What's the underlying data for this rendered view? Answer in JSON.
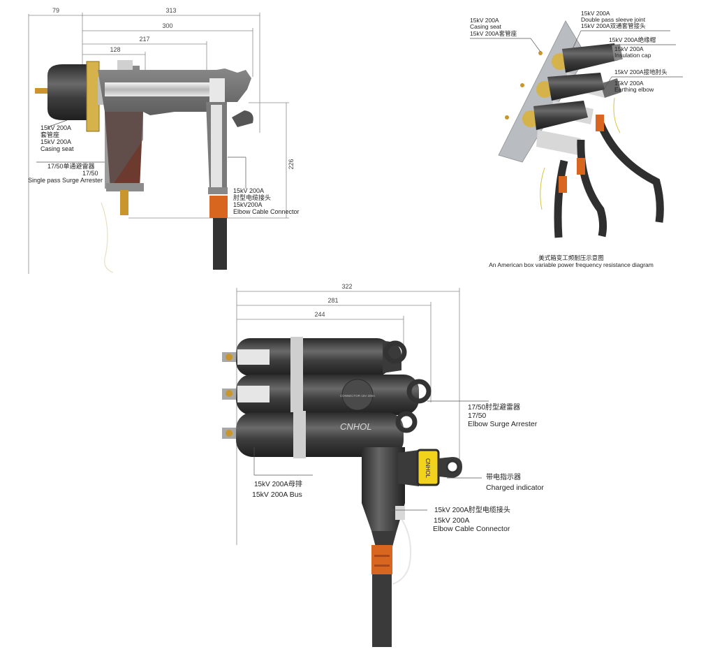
{
  "panel1": {
    "dimensions": {
      "d79": "79",
      "d313": "313",
      "d300": "300",
      "d217": "217",
      "d128": "128",
      "d226": "226"
    },
    "labels": {
      "casing_cn_1": "15kV 200A",
      "casing_cn_2": "套管座",
      "casing_en_1": "15kV 200A",
      "casing_en_2": "Casing seat",
      "arrester_cn": "17/50单通避雷器",
      "arrester_en_1": "17/50",
      "arrester_en_2": "Single pass Surge Arrester",
      "elbow_cn_1": "15kV 200A",
      "elbow_cn_2": "肘型电缆接头",
      "elbow_en_1": "15kV200A",
      "elbow_en_2": "Elbow Cable Connector"
    }
  },
  "panel2": {
    "labels": {
      "casing_en_1": "15kV 200A",
      "casing_en_2": "Casing seat",
      "casing_cn": "15kV 200A套管座",
      "sleeve_en_1": "15kV 200A",
      "sleeve_en_2": "Double pass sleeve joint",
      "sleeve_cn": "15kV 200A双通套管接头",
      "cap_cn": "15kV 200A绝缘帽",
      "cap_en_1": "15kV 200A",
      "cap_en_2": "Insulation cap",
      "earth_cn": "15kV 200A接地肘头",
      "earth_en_1": "15kV 200A",
      "earth_en_2": "Earthing elbow",
      "caption_cn": "美式箱变工频耐压示意图",
      "caption_en": "An American box variable power frequency resistance diagram"
    }
  },
  "panel3": {
    "dimensions": {
      "d322": "322",
      "d281": "281",
      "d244": "244"
    },
    "brand": "CNHOL",
    "badge": "CONNECTOR 15V 200A",
    "labels": {
      "arrester_cn": "17/50肘型避雷器",
      "arrester_en_1": "17/50",
      "arrester_en_2": "Elbow Surge Arrester",
      "indicator_cn": "带电指示器",
      "indicator_en": "Charged indicator",
      "bus_cn": "15kV 200A母排",
      "bus_en": "15kV 200A Bus",
      "elbow_cn": "15kV 200A肘型电缆接头",
      "elbow_en_1": "15kV 200A",
      "elbow_en_2": "Elbow Cable Connector"
    }
  },
  "colors": {
    "rubber": "#3c3c3c",
    "rubber_light": "#5a5a5a",
    "brass": "#c9962e",
    "orange": "#d9661f",
    "yellow": "#f2d21a",
    "panel_gray": "#b9bcc0"
  }
}
